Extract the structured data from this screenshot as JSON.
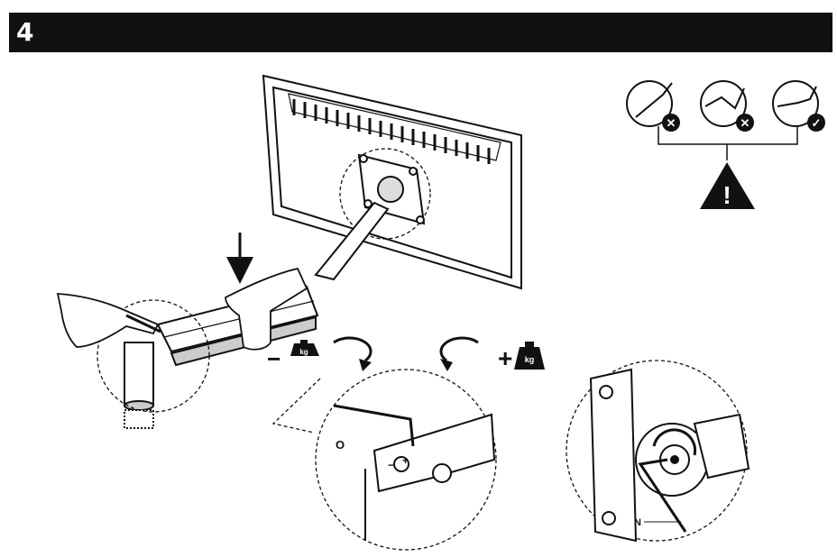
{
  "header": {
    "step_number": "4"
  },
  "weight_controls": {
    "decrease": {
      "sign": "−",
      "unit": "kg"
    },
    "increase": {
      "sign": "+",
      "unit": "kg"
    }
  },
  "detail_left": {
    "callout": "O",
    "adjuster_minus": "−",
    "adjuster_plus": "+"
  },
  "detail_right": {
    "callout": "N"
  },
  "posture_examples": [
    {
      "status": "incorrect",
      "mark": "✕"
    },
    {
      "status": "incorrect",
      "mark": "✕"
    },
    {
      "status": "correct",
      "mark": "✓"
    }
  ],
  "warning": {
    "symbol": "!"
  },
  "colors": {
    "ink": "#111111",
    "background": "#ffffff",
    "header": "#111111"
  }
}
